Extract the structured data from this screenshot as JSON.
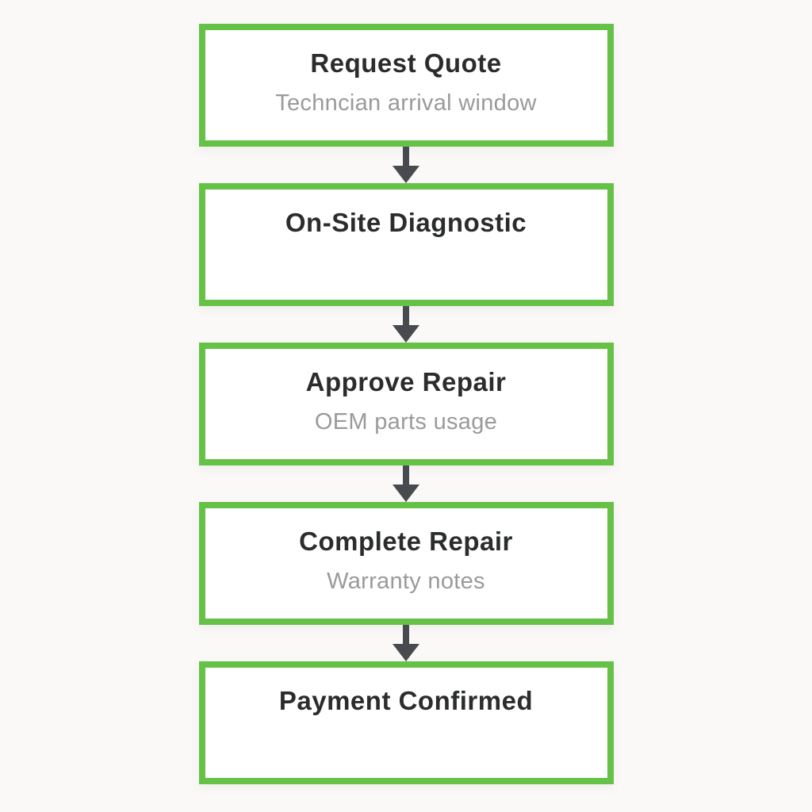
{
  "diagram": {
    "type": "flowchart-vertical",
    "steps": [
      {
        "title": "Request Quote",
        "subtitle": "Techncian arrival window"
      },
      {
        "title": "On-Site Diagnostic",
        "subtitle": ""
      },
      {
        "title": "Approve Repair",
        "subtitle": "OEM parts usage"
      },
      {
        "title": "Complete Repair",
        "subtitle": "Warranty notes"
      },
      {
        "title": "Payment Confirmed",
        "subtitle": ""
      }
    ],
    "colors": {
      "box_border": "#66c247",
      "box_background": "#ffffff",
      "title_text": "#2a2c2d",
      "subtitle_text": "#9a9a9a",
      "arrow": "#474b4f",
      "page_background": "#faf9f8"
    }
  }
}
